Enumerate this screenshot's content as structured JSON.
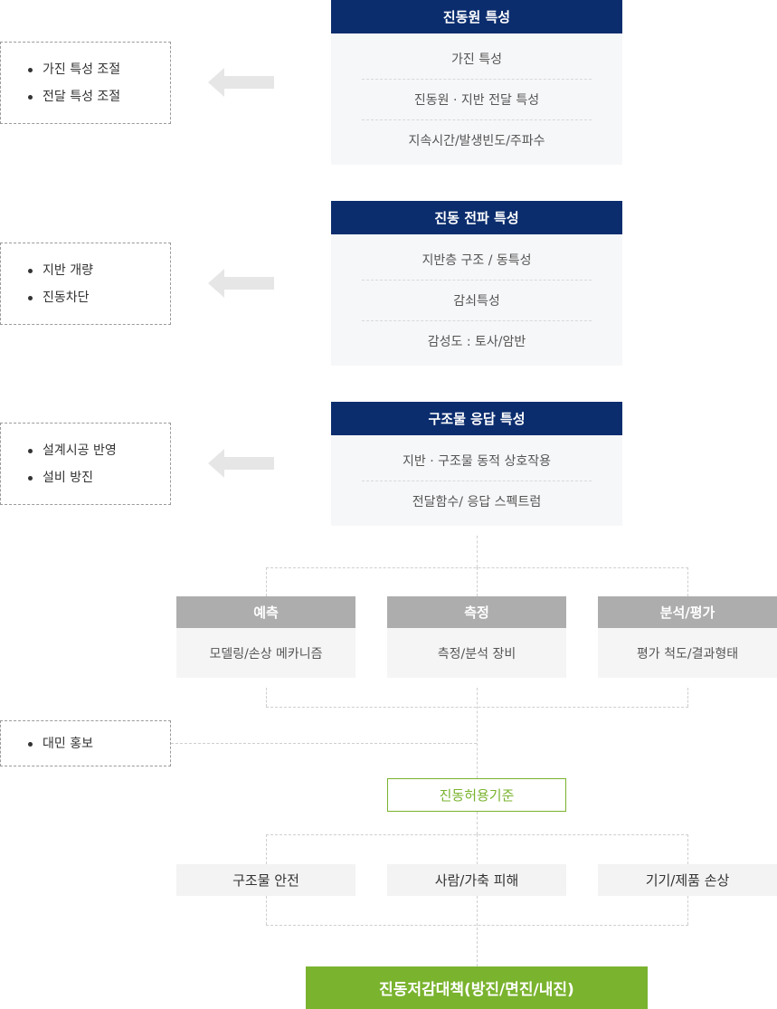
{
  "characteristics": [
    {
      "title": "진동원 특성",
      "rows": [
        "가진 특성",
        "진동원 · 지반 전달 특성",
        "지속시간/발생빈도/주파수"
      ]
    },
    {
      "title": "진동 전파 특성",
      "rows": [
        "지반층 구조 / 동특성",
        "감쇠특성",
        "감성도 : 토사/암반"
      ]
    },
    {
      "title": "구조물 응답 특성",
      "rows": [
        "지반 · 구조물 동적 상호작용",
        "전달함수/ 응답 스펙트럼"
      ]
    }
  ],
  "notes": [
    {
      "items": [
        "가진 특성 조절",
        "전달 특성 조절"
      ]
    },
    {
      "items": [
        "지반 개량",
        "진동차단"
      ]
    },
    {
      "items": [
        "설계시공 반영",
        "설비 방진"
      ]
    },
    {
      "items": [
        "대민 홍보"
      ]
    }
  ],
  "categories": [
    {
      "title": "예측",
      "detail": "모델링/손상 메카니즘"
    },
    {
      "title": "측정",
      "detail": "측정/분석 장비"
    },
    {
      "title": "분석/평가",
      "detail": "평가 척도/결과형태"
    }
  ],
  "standard": "진동허용기준",
  "outcomes": [
    "구조물 안전",
    "사람/가축 피해",
    "기기/제품 손상"
  ],
  "final": "진동저감대책(방진/면진/내진)",
  "colors": {
    "navy": "#0b2d6e",
    "green": "#7ab32e",
    "gray": "#adadad"
  }
}
